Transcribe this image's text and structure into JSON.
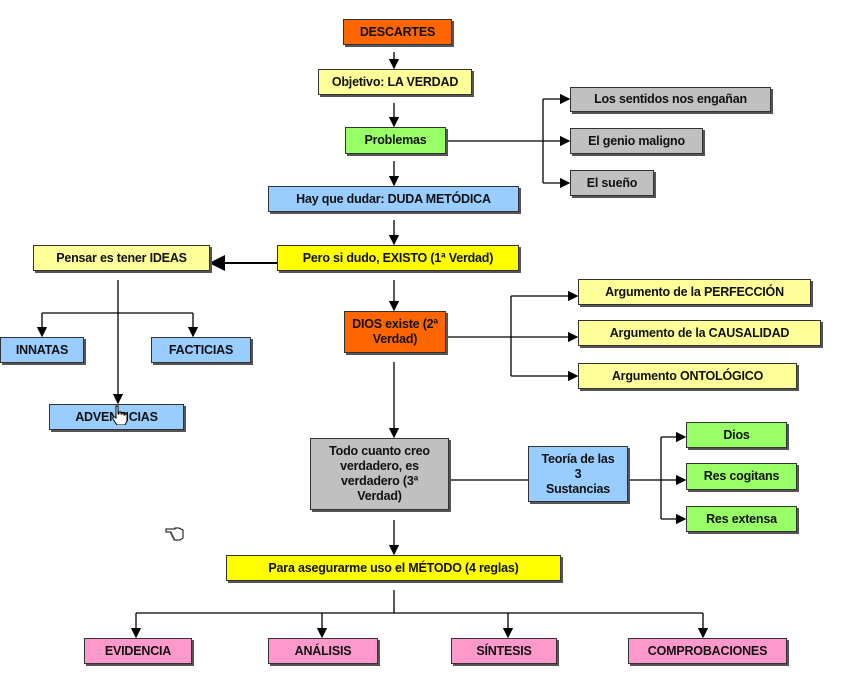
{
  "colors": {
    "orange": "#ff6600",
    "light_yellow": "#ffff99",
    "yellow": "#ffff00",
    "green": "#99ff66",
    "gray": "#c0c0c0",
    "light_blue": "#99ccff",
    "pink": "#ff99cc"
  },
  "nodes": {
    "descartes": "DESCARTES",
    "objetivo": "Objetivo: LA VERDAD",
    "problemas": "Problemas",
    "sentidos": "Los sentidos nos engañan",
    "genio": "El genio maligno",
    "sueno": "El sueño",
    "duda": "Hay que dudar: DUDA METÓDICA",
    "existo": "Pero si dudo, EXISTO (1ª Verdad)",
    "ideas": "Pensar es tener IDEAS",
    "innatas": "INNATAS",
    "facticias": "FACTICIAS",
    "adventicias": "ADVENTICIAS",
    "dios_existe": "DIOS existe (2ª Verdad)",
    "perfeccion": "Argumento de la PERFECCIÓN",
    "causalidad": "Argumento de la CAUSALIDAD",
    "ontologico": "Argumento ONTOLÓGICO",
    "todo_cuanto": "Todo cuanto creo verdadero, es verdadero (3ª Verdad)",
    "teoria": "Teoría de las 3 Sustancias",
    "dios": "Dios",
    "res_cogitans": "Res cogitans",
    "res_extensa": "Res extensa",
    "metodo": "Para asegurarme uso el MÉTODO (4 reglas)",
    "evidencia": "EVIDENCIA",
    "analisis": "ANÁLISIS",
    "sintesis": "SÍNTESIS",
    "comprobaciones": "COMPROBACIONES"
  },
  "cursors": [
    "hand-pointer-icon",
    "hand-pointing-left-icon"
  ]
}
